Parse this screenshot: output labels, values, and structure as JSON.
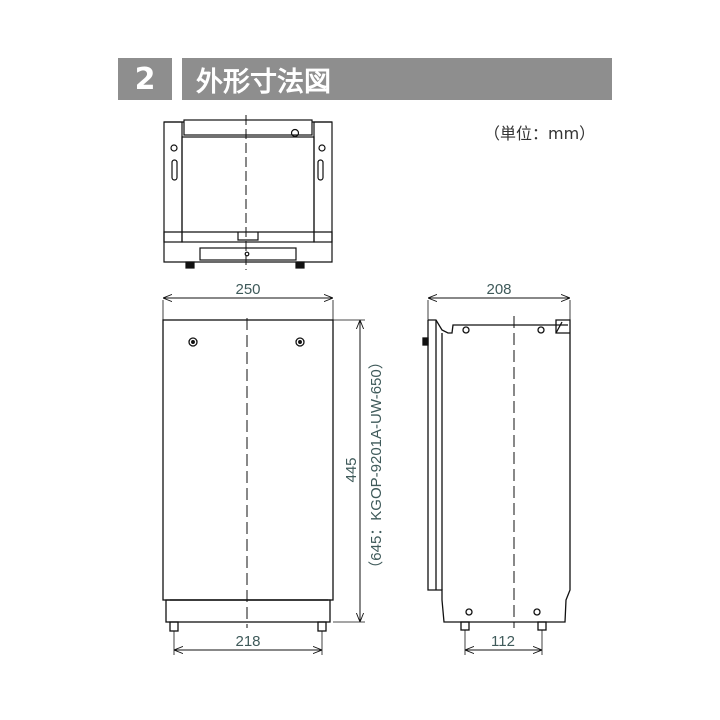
{
  "header": {
    "section_number": "2",
    "title": "外形寸法図"
  },
  "unit_label": "（単位：mm）",
  "dimensions": {
    "front_width": "250",
    "front_base_width": "218",
    "height": "445",
    "height_note": "（645：KGOP-9201A-UW-650）",
    "side_depth": "208",
    "side_base_depth": "112"
  },
  "colors": {
    "header_bg": "#8e8e8e",
    "header_text": "#ffffff",
    "line": "#111111",
    "dimension_text": "#3f5a5a"
  }
}
